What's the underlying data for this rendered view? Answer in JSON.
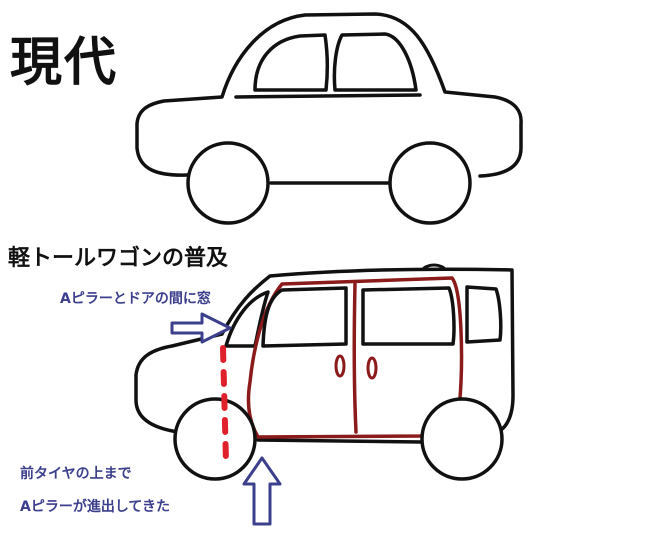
{
  "heading": "現代",
  "subheading": "軽トールワゴンの普及",
  "annotations": {
    "pillar_window": "Aピラーとドアの間に窓",
    "tire_line1": "前タイヤの上まで",
    "tire_line2": "Aピラーが進出してきた"
  },
  "colors": {
    "outline": "#111111",
    "door_outline": "#8b1a1a",
    "pillar_dash": "#e0202a",
    "arrow": "#3b3f8c",
    "annotation_text": "#3b3f8c"
  },
  "icons": [
    "sedan-car-drawing",
    "tall-wagon-car-drawing",
    "arrow-right-icon",
    "arrow-up-icon"
  ]
}
